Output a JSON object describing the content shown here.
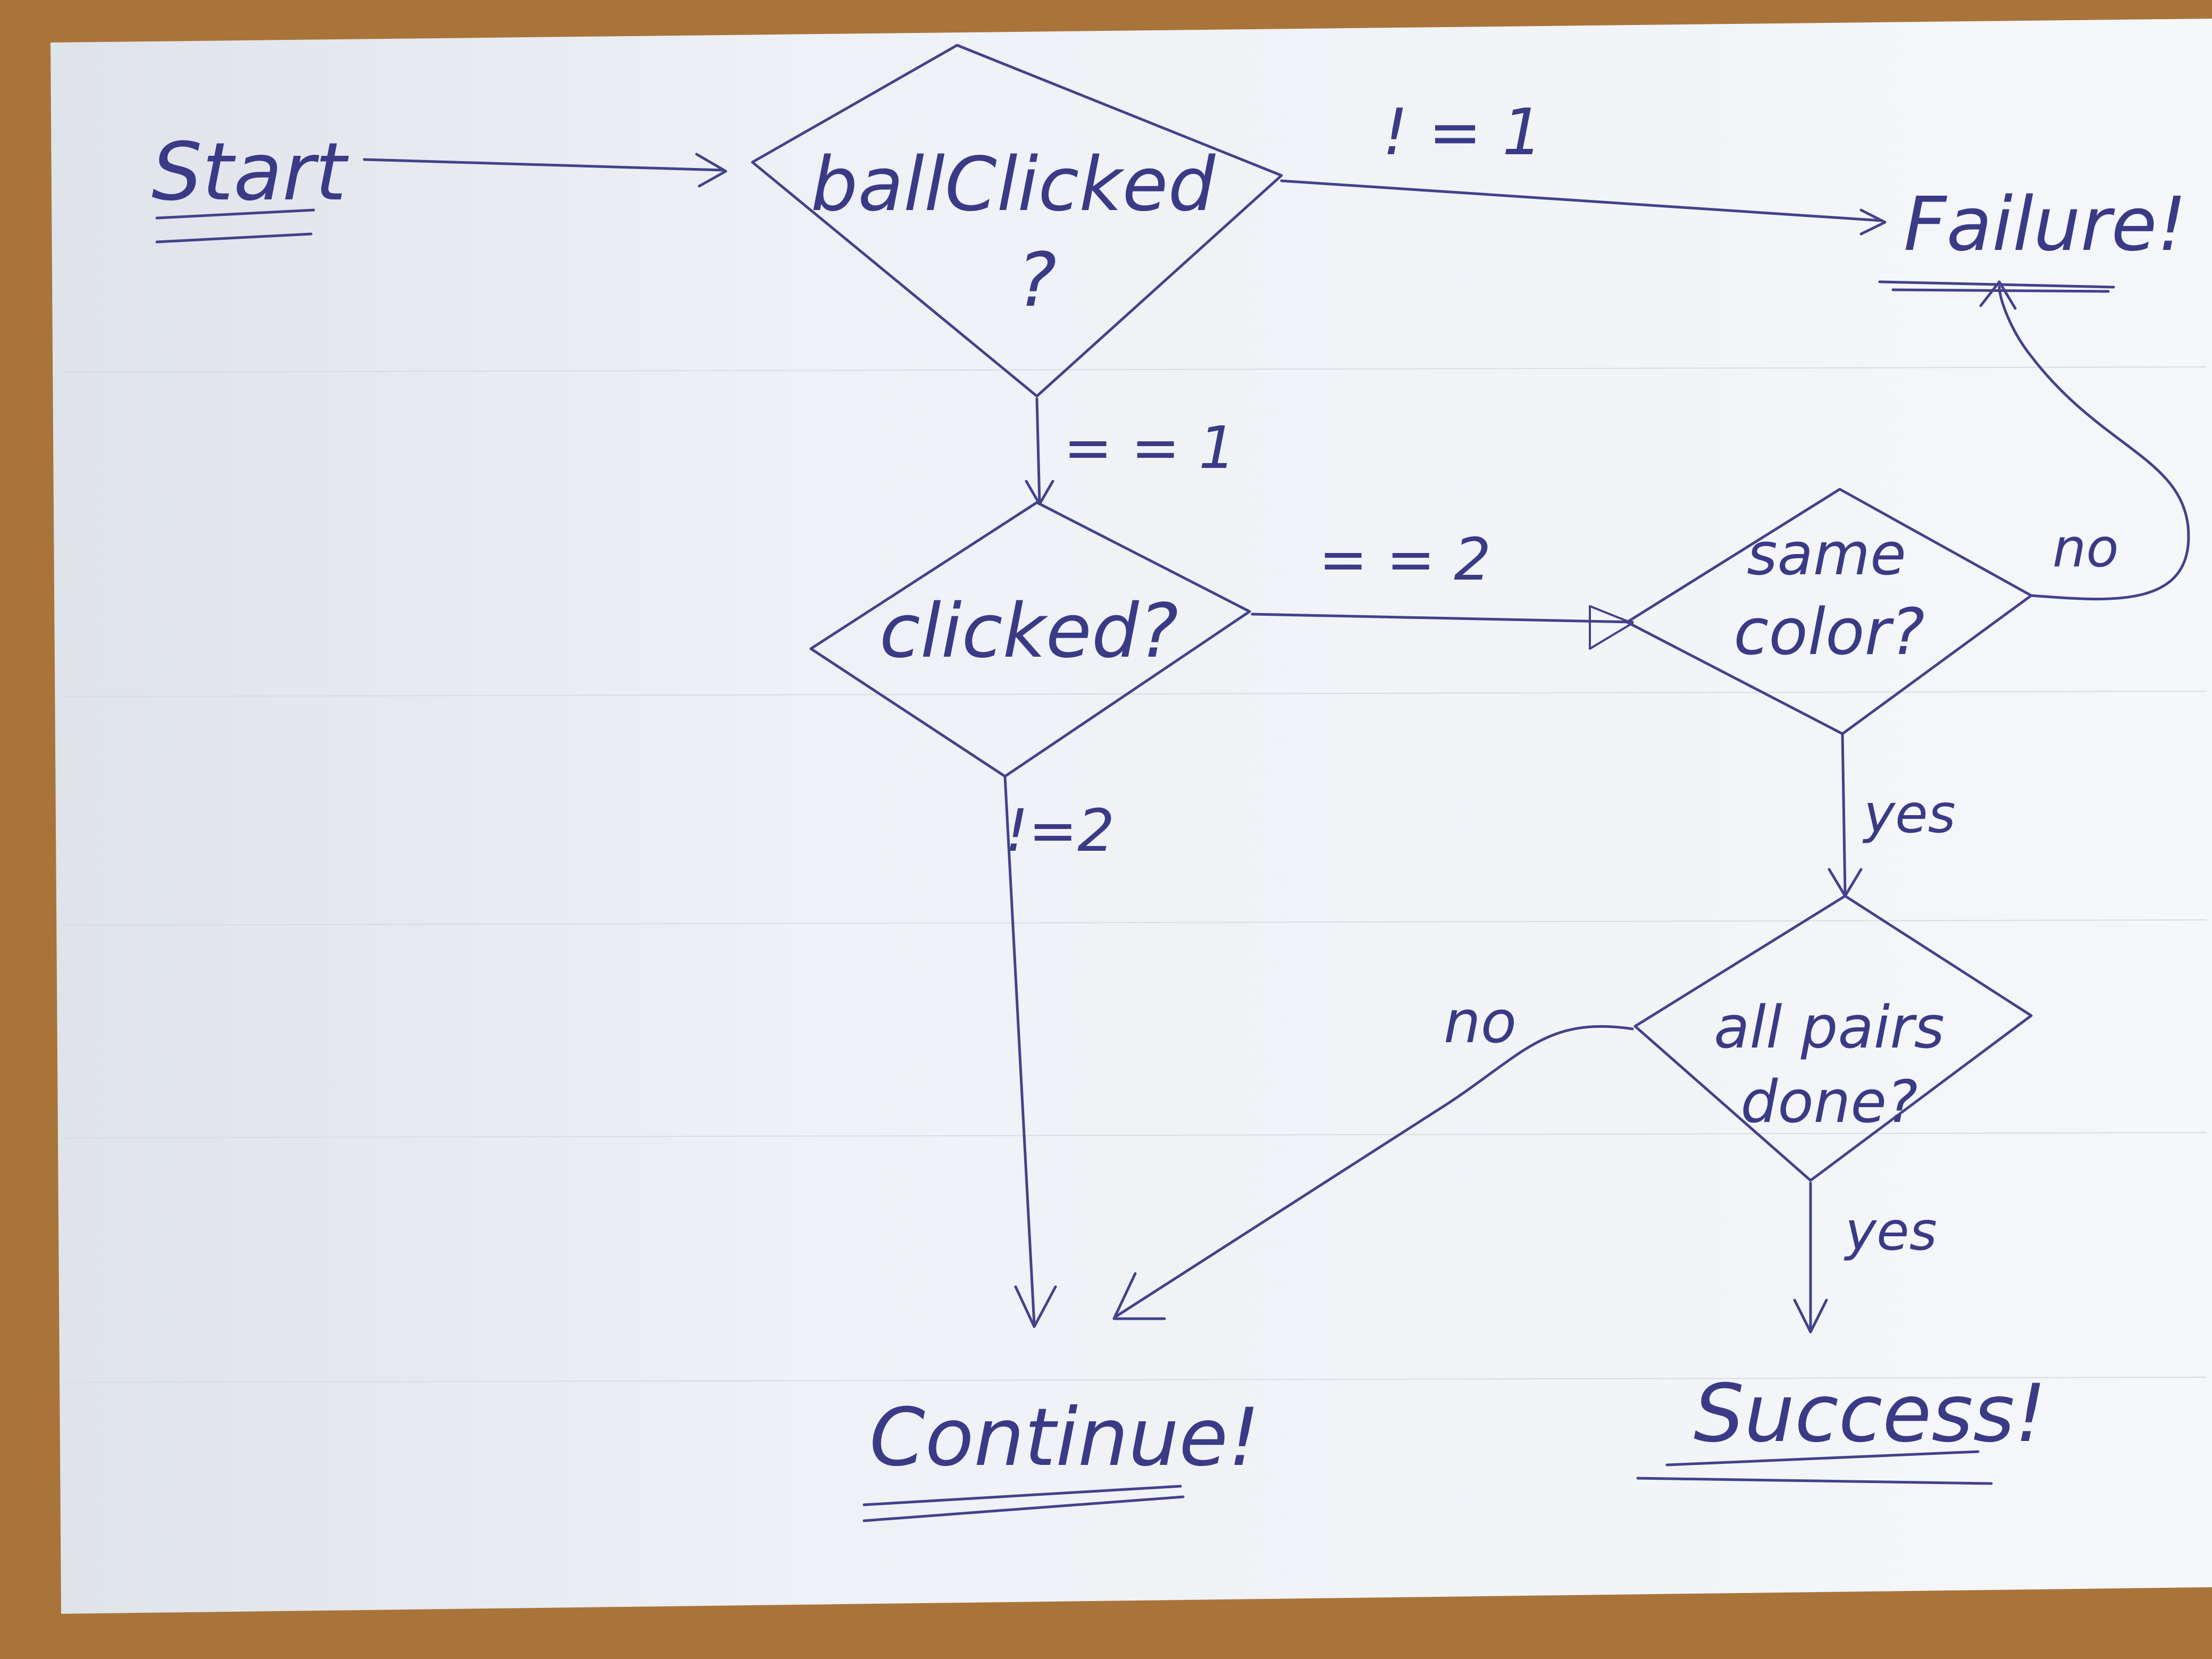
{
  "diagram": {
    "start_label": "Start",
    "decisions": {
      "ball_clicked": {
        "line1": "ballClicked",
        "line2": "?"
      },
      "clicked": {
        "line1": "clicked?"
      },
      "same_color": {
        "line1": "same",
        "line2": "color?"
      },
      "all_pairs_done": {
        "line1": "all pairs",
        "line2": "done?"
      }
    },
    "terminals": {
      "failure": "Failure!",
      "continue": "Continue!",
      "success": "Success!"
    },
    "edge_labels": {
      "ball_clicked_not_one": "! = 1",
      "ball_clicked_eq_one": "= = 1",
      "clicked_eq_two": "= = 2",
      "clicked_not_two": "!=2",
      "same_color_no": "no",
      "same_color_yes": "yes",
      "all_pairs_no": "no",
      "all_pairs_yes": "yes"
    }
  },
  "colors": {
    "ink": "#43428a",
    "paper": "#f4f6f9",
    "table": "#b07a3a"
  }
}
